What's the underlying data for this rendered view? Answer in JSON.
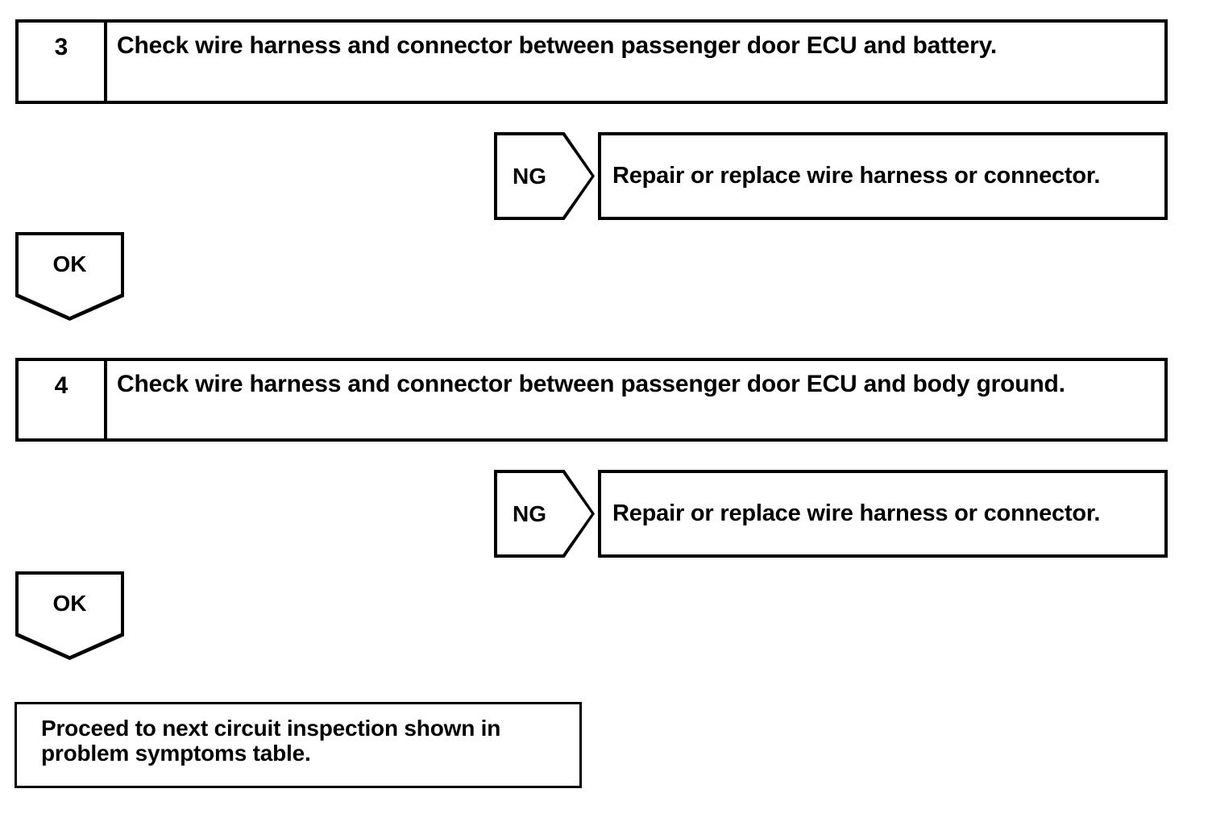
{
  "document": {
    "type": "troubleshooting-flowchart",
    "background_color": "#ffffff",
    "line_color": "#000000"
  },
  "steps": [
    {
      "number": "3",
      "instruction": "Check wire harness and connector between passenger door ECU and battery."
    },
    {
      "number": "4",
      "instruction": "Check wire harness and connector between passenger door ECU and body ground."
    }
  ],
  "branches": [
    {
      "label": "NG",
      "action": "Repair or replace wire harness or connector."
    },
    {
      "label": "OK"
    },
    {
      "label": "NG",
      "action": "Repair or replace wire harness or connector."
    },
    {
      "label": "OK"
    }
  ],
  "outcome": {
    "text": "Proceed to next circuit inspection shown in problem symptoms table."
  }
}
